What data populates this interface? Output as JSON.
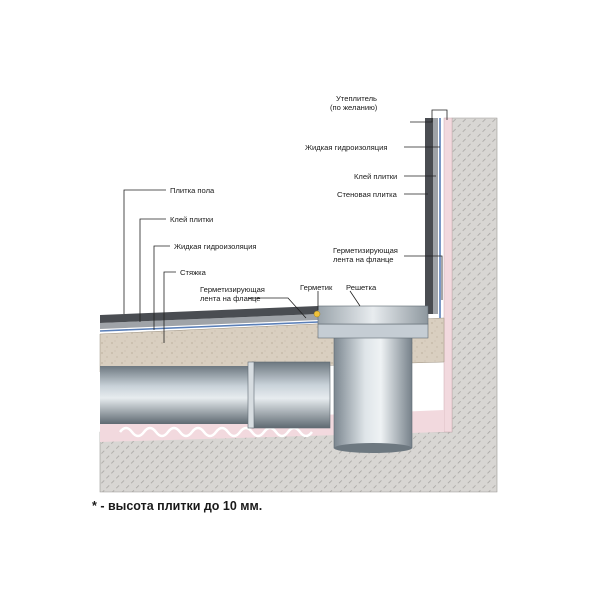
{
  "labels": {
    "floor_tile": "Плитка пола",
    "tile_glue": "Клей плитки",
    "liquid_waterproofing": "Жидкая гидроизоляция",
    "screed": "Стяжка",
    "flange_tape": [
      "Герметизирующая",
      "лента на фланце"
    ],
    "sealant": "Герметик",
    "grate": "Решетка",
    "insulation": [
      "Утеплитель",
      "(по желанию)"
    ],
    "wall_liquid_waterproofing": "Жидкая гидроизоляция",
    "wall_tile_glue": "Клей плитки",
    "wall_tile": "Стеновая плитка",
    "wall_flange_tape": [
      "Герметизирующая",
      "лента на фланце"
    ]
  },
  "footnote": "* - высота плитки до 10 мм.",
  "colors": {
    "concrete": "#d8d6d3",
    "hatch": "#a8a6a3",
    "screed": "#d9cfc0",
    "tile": "#4a4d52",
    "waterproofing": "#5a7fb8",
    "insulation": "#f2d9de",
    "pipe": "#a9b4bd",
    "drain": "#c5cdd4"
  }
}
